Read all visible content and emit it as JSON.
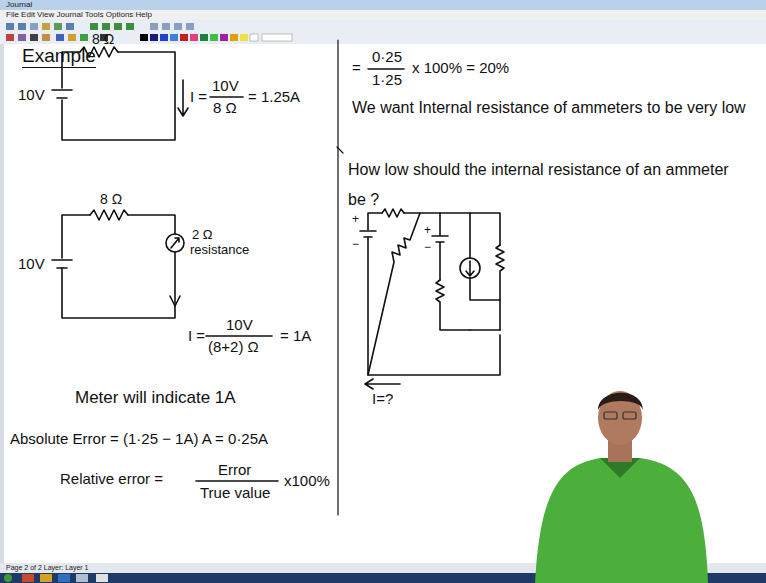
{
  "diagram": {
    "title": "Example",
    "labels": [
      "Journal",
      "File Edit View Journal Tools Options Help",
      "8 Ω",
      "10V",
      "I =",
      "10V",
      "8 Ω",
      "= 1.25A",
      "8 Ω",
      "10V",
      "2 Ω",
      "resistance",
      "I =",
      "10V",
      "(8+2) Ω",
      "= 1A",
      "Meter will indicate 1A",
      "Absolute Error = (1·25 − 1A) A = 0·25A",
      "Relative error =",
      "Error",
      "True value",
      "x100%",
      "=",
      "0·25",
      "1·25",
      "x 100% = 20%",
      "We want Internal resistance of ammeters to be very low",
      "How low should the internal resistance of an ammeter be ?",
      "+",
      "−",
      "+",
      "−",
      "I=?",
      "Page 2 of 2 Layer: Layer 1"
    ]
  }
}
